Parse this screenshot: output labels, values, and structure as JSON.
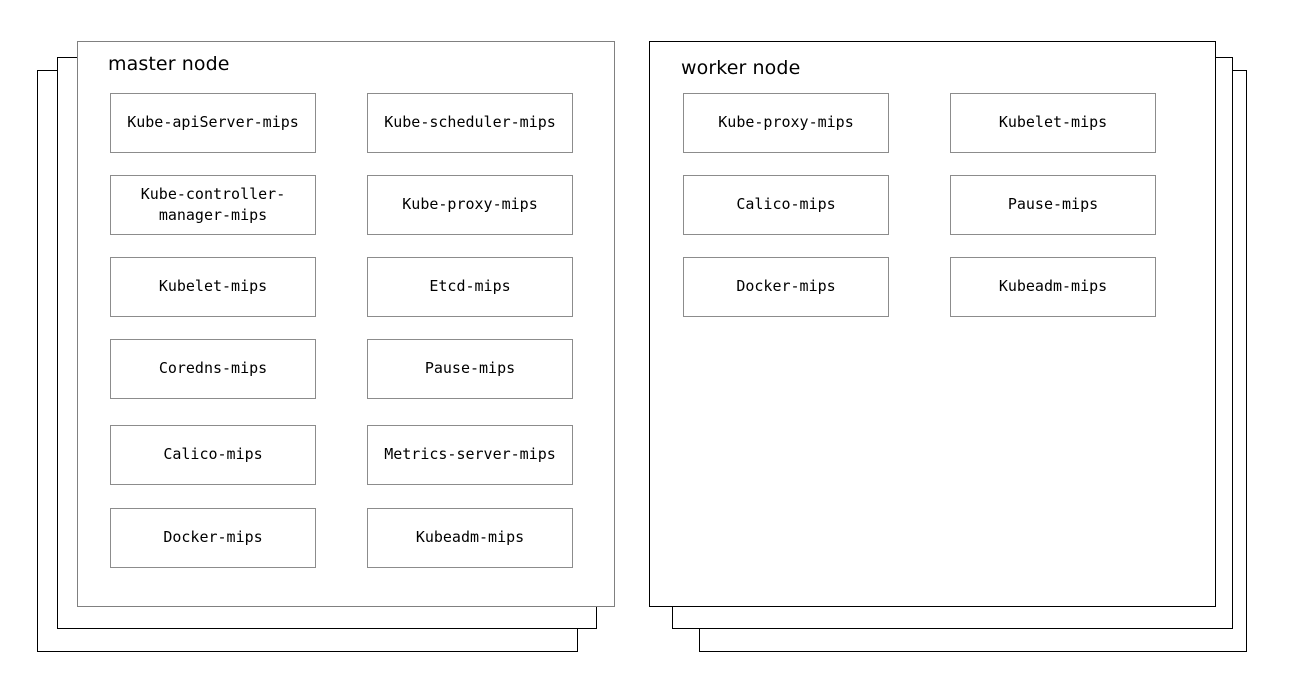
{
  "diagram": {
    "type": "stacked-node-diagram",
    "background": "#ffffff",
    "colors": {
      "front_card_border_master": "#808080",
      "front_card_border_worker": "#000000",
      "stack_card_border": "#000000",
      "component_box_border": "#8c8c8c",
      "text": "#000000"
    }
  },
  "nodes": [
    {
      "id": "master-node",
      "title": "master node",
      "stack_count": 3,
      "stack_direction": "down-left",
      "columns": [
        {
          "id": "master-col-left",
          "components": [
            {
              "label": "Kube-apiServer-mips"
            },
            {
              "label": "Kube-controller-manager-mips"
            },
            {
              "label": "Kubelet-mips"
            },
            {
              "label": "Coredns-mips"
            },
            {
              "label": "Calico-mips"
            },
            {
              "label": "Docker-mips"
            }
          ]
        },
        {
          "id": "master-col-right",
          "components": [
            {
              "label": "Kube-scheduler-mips"
            },
            {
              "label": "Kube-proxy-mips"
            },
            {
              "label": "Etcd-mips"
            },
            {
              "label": "Pause-mips"
            },
            {
              "label": "Metrics-server-mips"
            },
            {
              "label": "Kubeadm-mips"
            }
          ]
        }
      ]
    },
    {
      "id": "worker-node",
      "title": "worker node",
      "stack_count": 3,
      "stack_direction": "down-right",
      "columns": [
        {
          "id": "worker-col-left",
          "components": [
            {
              "label": "Kube-proxy-mips"
            },
            {
              "label": "Calico-mips"
            },
            {
              "label": "Docker-mips"
            }
          ]
        },
        {
          "id": "worker-col-right",
          "components": [
            {
              "label": "Kubelet-mips"
            },
            {
              "label": "Pause-mips"
            },
            {
              "label": "Kubeadm-mips"
            }
          ]
        }
      ]
    }
  ]
}
